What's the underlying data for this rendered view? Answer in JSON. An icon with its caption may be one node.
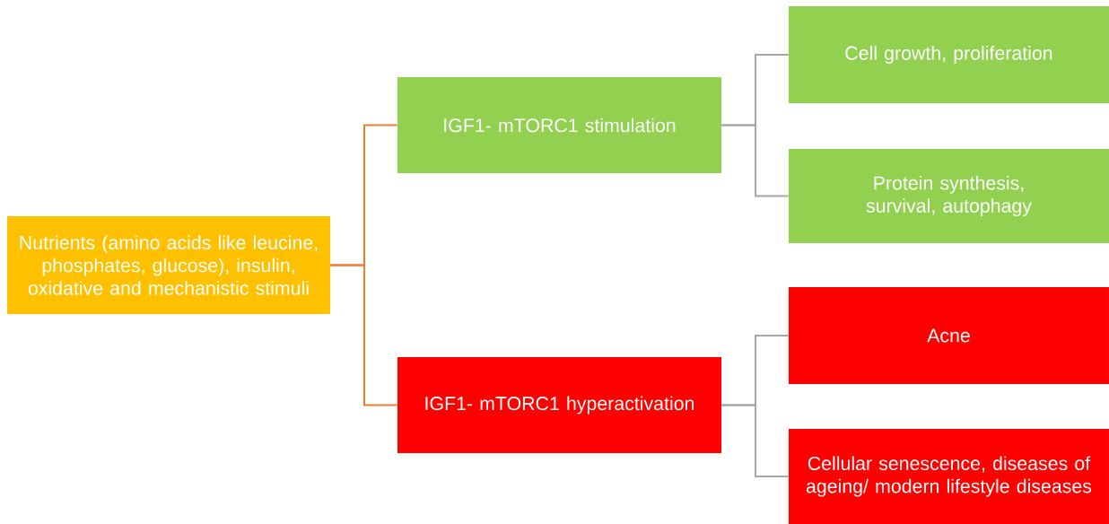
{
  "diagram": {
    "nodes": [
      {
        "text": [
          "Nutrients (amino acids like leucine, phosphates, glucose), insulin, oxidative and mechanistic stimuli"
        ]
      },
      {
        "text": [
          "IGF1- mTORC1 stimulation"
        ]
      },
      {
        "text": [
          "IGF1- mTORC1 hyperactivation"
        ]
      },
      {
        "text": [
          "Cell growth, proliferation"
        ]
      },
      {
        "text": [
          "Protein synthesis, survival, autophagy"
        ]
      },
      {
        "text": [
          "Acne"
        ]
      },
      {
        "text": [
          "Cellular senescence, diseases of ageing/ modern lifestyle diseases"
        ]
      }
    ],
    "edges": [
      {
        "from": 0,
        "to": 1,
        "arrow": "none",
        "color": "#ed7d31"
      },
      {
        "from": 0,
        "to": 2,
        "arrow": "none",
        "color": "#ed7d31"
      },
      {
        "from": 1,
        "to": 3,
        "arrow": "none"
      },
      {
        "from": 1,
        "to": 4,
        "arrow": "none"
      },
      {
        "from": 2,
        "to": 5,
        "arrow": "none"
      },
      {
        "from": 2,
        "to": 6,
        "arrow": "none"
      }
    ]
  }
}
